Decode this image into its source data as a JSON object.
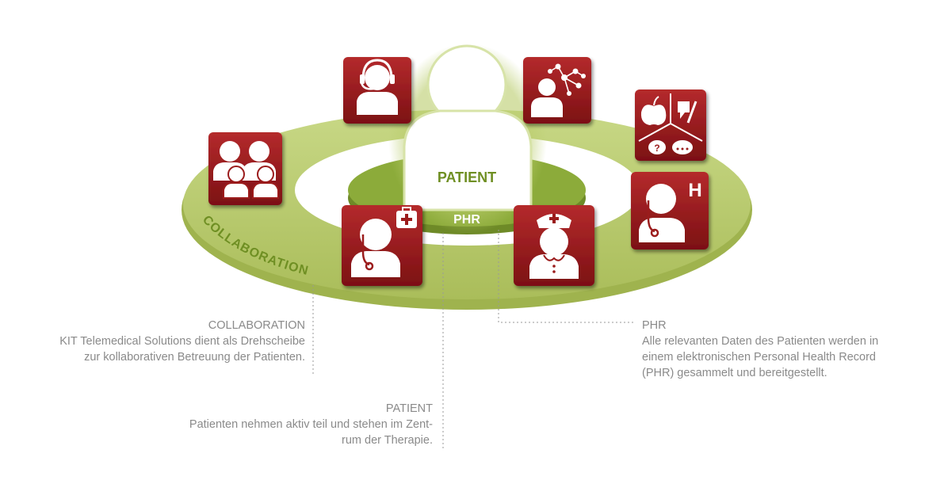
{
  "diagram": {
    "center_label": "PATIENT",
    "platform_label": "PHR",
    "ring_label": "COLLABORATION",
    "colors": {
      "ring_green": "#b9cc6b",
      "platform_green": "#8cab3a",
      "label_green": "#6f8f23",
      "tile_red": "#9b1b1e",
      "text_gray": "#8a8a8a"
    },
    "tiles": [
      {
        "name": "call-center-tile",
        "icon": "headset-person-icon"
      },
      {
        "name": "network-tile",
        "icon": "social-network-icon"
      },
      {
        "name": "family-tile",
        "icon": "family-icon"
      },
      {
        "name": "lifestyle-tile",
        "icon": "apple-chat-icon"
      },
      {
        "name": "doctor-tile",
        "icon": "doctor-medkit-icon"
      },
      {
        "name": "nurse-tile",
        "icon": "nurse-icon"
      },
      {
        "name": "hospital-doctor-tile",
        "icon": "hospital-doctor-icon"
      }
    ]
  },
  "callouts": {
    "collaboration": {
      "title": "COLLABORATION",
      "lines": [
        "KIT Telemedical Solutions dient als Drehscheibe",
        "zur kollaborativen Betreuung der Patienten."
      ]
    },
    "patient": {
      "title": "PATIENT",
      "lines": [
        "Patienten nehmen aktiv teil und stehen im Zent-",
        "rum der Therapie."
      ]
    },
    "phr": {
      "title": "PHR",
      "lines": [
        "Alle relevanten Daten des Patienten werden in",
        "einem elektronischen Personal Health Record",
        "(PHR) gesammelt und bereitgestellt."
      ]
    }
  }
}
